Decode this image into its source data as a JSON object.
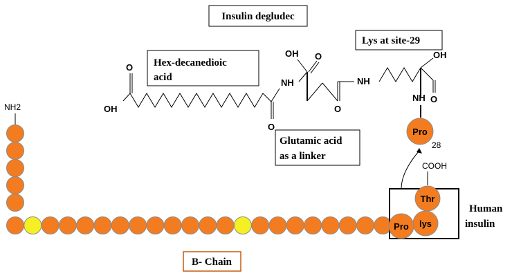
{
  "title": "Insulin degludec",
  "labels": {
    "fatty_acid": [
      "Hex-decanedioic",
      "acid"
    ],
    "lys_site": "Lys at site-29",
    "linker": [
      "Glutamic acid",
      "as a linker"
    ],
    "human_insulin": [
      "Human",
      "insulin"
    ],
    "b_chain": "B- Chain"
  },
  "atoms": {
    "oh_left": "OH",
    "o_left": "O",
    "o_fatty_carbonyl": "O",
    "nh_amide1": "NH",
    "oh_glu": "OH",
    "o_glu_acid": "O",
    "o_glu_gamma": "O",
    "nh_amide2": "NH",
    "oh_lys": "OH",
    "o_lys": "O",
    "nh_lys": "NH",
    "nh2": "NH2",
    "cooh": "COOH"
  },
  "residues": {
    "pro28": "Pro",
    "pro28_number": "28",
    "thr": "Thr",
    "lys": "lys",
    "pro": "Pro"
  },
  "colors": {
    "residue_fill": "#f47c20",
    "residue_stroke": "#8a8a8a",
    "highlight_fill": "#f5ef24",
    "b_chain_border": "#c55a11",
    "line": "#000000"
  }
}
